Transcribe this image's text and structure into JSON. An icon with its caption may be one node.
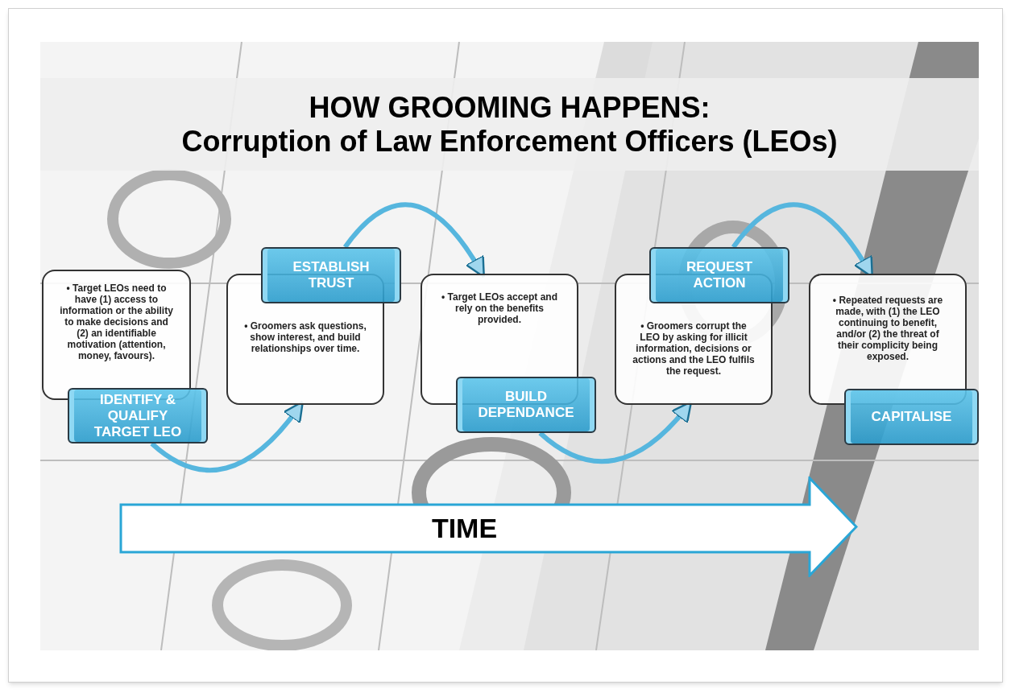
{
  "diagram": {
    "title": "HOW GROOMING HAPPENS: Corruption of Law Enforcement Officers (LEOs)",
    "nodes": [
      {
        "text": [
          "• Target LEOs need  to have (1) access to information or the ability to make decisions and (2) an identifiable motivation (attention, money, favours)."
        ]
      },
      {
        "text": [
          "IDENTIFY & QUALIFY TARGET LEO"
        ]
      },
      {
        "text": [
          "• Groomers ask questions, show interest, and build relationships over time."
        ]
      },
      {
        "text": [
          "ESTABLISH TRUST"
        ]
      },
      {
        "text": [
          "• Target LEOs accept and rely on the benefits provided."
        ]
      },
      {
        "text": [
          "BUILD DEPENDANCE"
        ]
      },
      {
        "text": [
          "• Groomers corrupt the LEO by asking for illicit information, decisions or actions and the LEO fulfils the request."
        ]
      },
      {
        "text": [
          "REQUEST ACTION"
        ]
      },
      {
        "text": [
          "• Repeated requests are made, with (1) the LEO continuing to benefit, and/or (2) the threat of their complicity being exposed."
        ]
      },
      {
        "text": [
          "CAPITALISE"
        ]
      },
      {
        "text": [
          "TIME"
        ]
      }
    ],
    "edges": [
      {
        "from": 1,
        "to": 2,
        "arrow": "to"
      },
      {
        "from": 3,
        "to": 4,
        "arrow": "to"
      },
      {
        "from": 5,
        "to": 6,
        "arrow": "to"
      },
      {
        "from": 7,
        "to": 8,
        "arrow": "to"
      }
    ]
  }
}
